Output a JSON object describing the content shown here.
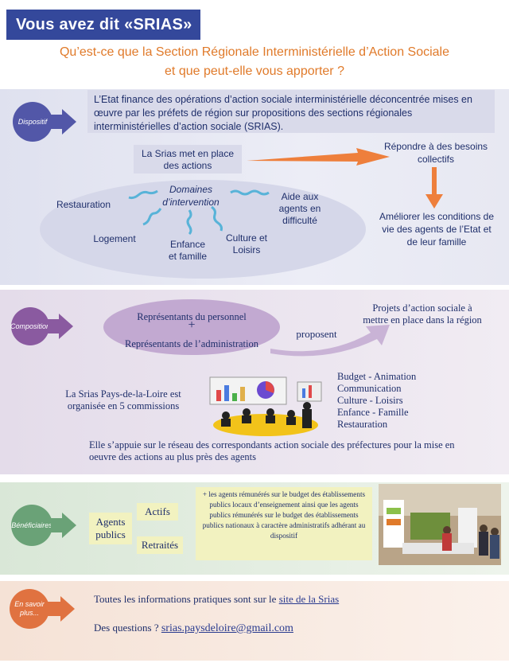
{
  "header": {
    "title": "Vous avez dit «SRIAS» ?",
    "subtitle_line1": "Qu’est-ce que la Section Régionale Interministérielle d’Action Sociale",
    "subtitle_line2": "et que peut-elle vous apporter ?"
  },
  "dispositif": {
    "badge": "Dispositif",
    "intro": "L’Etat finance des opérations d’action sociale interministérielle déconcentrée mises en œuvre par les préfets de région sur propositions des sections régionales interministérielles d’action sociale (SRIAS).",
    "srias_box": "La Srias met en place des actions",
    "domaines": "Domaines d’intervention",
    "restauration": "Restauration",
    "logement": "Logement",
    "enfance": "Enfance et famille",
    "culture": "Culture et Loisirs",
    "aide": "Aide aux agents en difficulté",
    "besoins": "Répondre à des besoins collectifs",
    "ameliorer": "Améliorer les conditions de vie des agents de l’Etat et de leur famille"
  },
  "composition": {
    "badge": "Composition",
    "rep_personnel": "Représentants du personnel",
    "plus": "+",
    "rep_admin": "Représentants de l’administration",
    "proposent": "proposent",
    "projets": "Projets d’action sociale à mettre en place dans la région",
    "organisee": "La Srias Pays-de-la-Loire est organisée en 5 commissions",
    "commissions": [
      "Budget - Animation",
      "Communication",
      "Culture - Loisirs",
      "Enfance - Famille",
      "Restauration"
    ],
    "reseau": "Elle s’appuie sur le réseau des correspondants action sociale des préfectures pour la mise en oeuvre des actions au plus près des agents"
  },
  "beneficiaires": {
    "badge": "Bénéficiaires",
    "agents_publics": "Agents publics",
    "actifs": "Actifs",
    "retraites": "Retraités",
    "plus_agents": "+ les agents rémunérés sur le budget des établissements publics locaux d’enseignement ainsi que les agents publics rémunérés sur le budget des établissements publics nationaux à caractère administratifs adhérant au dispositif"
  },
  "en_savoir_plus": {
    "badge": "En savoir plus...",
    "infos_prefix": "Toutes les informations pratiques sont sur le",
    "infos_link": "site de la Srias",
    "questions_prefix": "Des questions ?",
    "email": "srias.paysdeloire@gmail.com"
  },
  "colors": {
    "title_bg": "#34489b",
    "subtitle": "#e07a2a",
    "dispositif_badge": "#5257a8",
    "composition_badge": "#8a5aa0",
    "beneficiaires_badge": "#6aa277",
    "en_savoir_badge": "#e07240",
    "text_navy": "#1f2f6b"
  }
}
